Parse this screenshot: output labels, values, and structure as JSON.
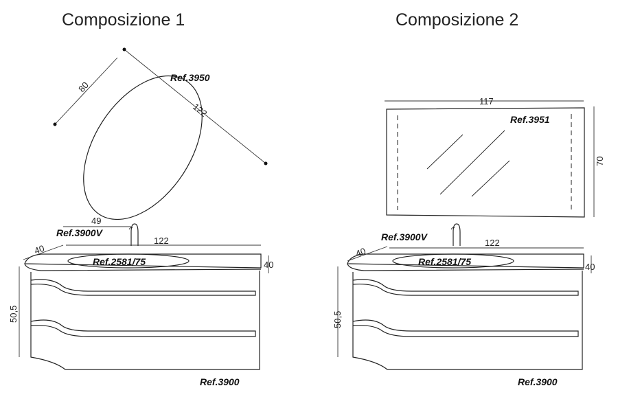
{
  "compositions": [
    {
      "title": "Composizione 1",
      "mirror_ref": "Ref.3950",
      "mirror_dims": {
        "width": "80",
        "height": "122"
      },
      "faucet_ref": "Ref.3900V",
      "faucet_offset": "49",
      "basin_ref": "Ref.2581/75",
      "top_width": "122",
      "top_depth": "40",
      "top_thickness": "40",
      "cabinet_height": "50,5",
      "cabinet_ref": "Ref.3900"
    },
    {
      "title": "Composizione 2",
      "mirror_ref": "Ref.3951",
      "mirror_dims": {
        "width": "117",
        "height": "70"
      },
      "faucet_ref": "Ref.3900V",
      "basin_ref": "Ref.2581/75",
      "top_width": "122",
      "top_depth": "40",
      "top_thickness": "40",
      "cabinet_height": "50,5",
      "cabinet_ref": "Ref.3900"
    }
  ]
}
